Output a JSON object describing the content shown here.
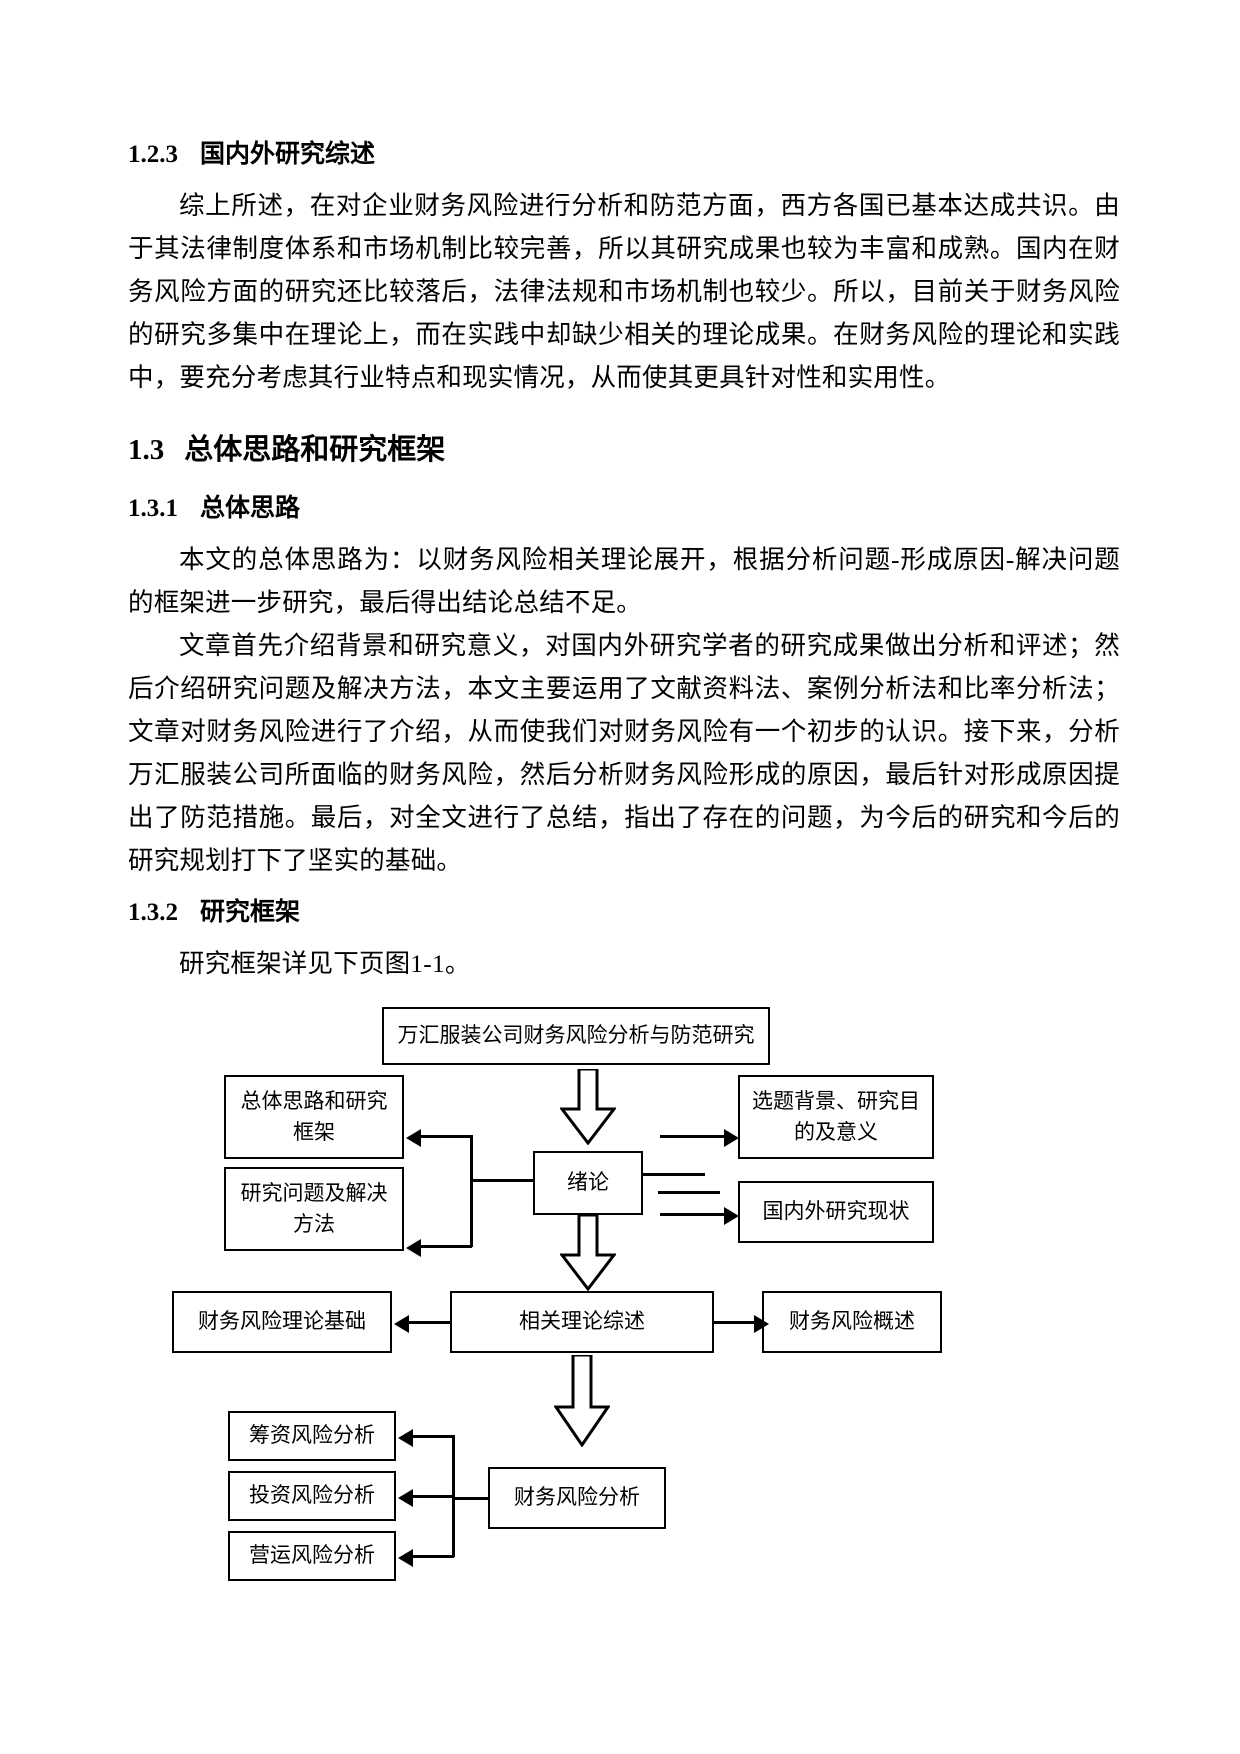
{
  "document": {
    "sections": [
      {
        "number": "1.2.3",
        "title": "国内外研究综述",
        "paragraphs": [
          "综上所述，在对企业财务风险进行分析和防范方面，西方各国已基本达成共识。由于其法律制度体系和市场机制比较完善，所以其研究成果也较为丰富和成熟。国内在财务风险方面的研究还比较落后，法律法规和市场机制也较少。所以，目前关于财务风险的研究多集中在理论上，而在实践中却缺少相关的理论成果。在财务风险的理论和实践中，要充分考虑其行业特点和现实情况，从而使其更具针对性和实用性。"
        ]
      },
      {
        "number": "1.3",
        "title": "总体思路和研究框架"
      },
      {
        "number": "1.3.1",
        "title": "总体思路",
        "paragraphs": [
          "本文的总体思路为：以财务风险相关理论展开，根据分析问题-形成原因-解决问题的框架进一步研究，最后得出结论总结不足。",
          "文章首先介绍背景和研究意义，对国内外研究学者的研究成果做出分析和评述；然后介绍研究问题及解决方法，本文主要运用了文献资料法、案例分析法和比率分析法；文章对财务风险进行了介绍，从而使我们对财务风险有一个初步的认识。接下来，分析万汇服装公司所面临的财务风险，然后分析财务风险形成的原因，最后针对形成原因提出了防范措施。最后，对全文进行了总结，指出了存在的问题，为今后的研究和今后的研究规划打下了坚实的基础。"
        ]
      },
      {
        "number": "1.3.2",
        "title": "研究框架",
        "paragraphs": [
          "研究框架详见下页图1-1。"
        ]
      }
    ]
  },
  "flowchart": {
    "nodes": {
      "title": "万汇服装公司财务风险分析与防范研究",
      "intro": "绪论",
      "overall_thought": "总体思路和研究框架",
      "research_question": "研究问题及解决方法",
      "background": "选题背景、研究目的及意义",
      "domestic_status": "国内外研究现状",
      "theory_review": "相关理论综述",
      "theory_basis": "财务风险理论基础",
      "risk_overview": "财务风险概述",
      "risk_analysis": "财务风险分析",
      "financing_risk": "筹资风险分析",
      "investment_risk": "投资风险分析",
      "operating_risk": "营运风险分析"
    }
  }
}
